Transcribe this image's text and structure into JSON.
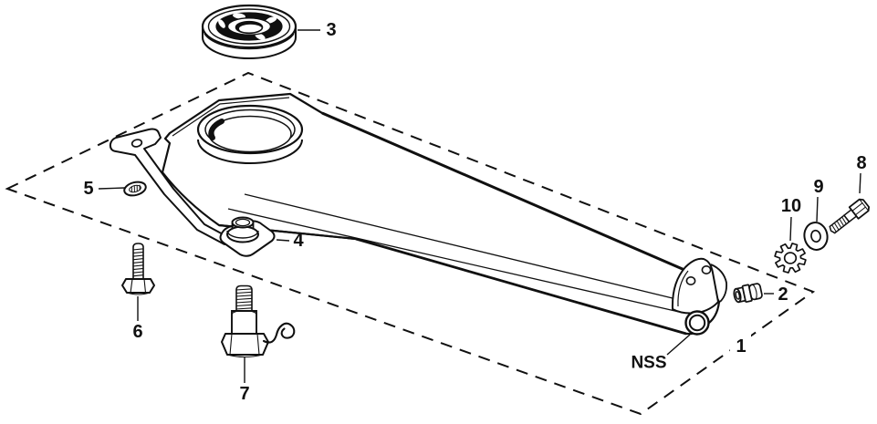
{
  "diagram": {
    "type": "exploded-parts-diagram",
    "colors": {
      "background": "#ffffff",
      "line": "#101010"
    },
    "boundary": {
      "style": "dashed-parallelogram",
      "label": "1"
    },
    "callouts": [
      {
        "label": "1",
        "target": "dashed-boundary-outline"
      },
      {
        "label": "2",
        "target": "small-bushing"
      },
      {
        "label": "3",
        "target": "ball-bearing"
      },
      {
        "label": "4",
        "target": "flanged-bushing-on-seat-plate"
      },
      {
        "label": "5",
        "target": "serrated-washer"
      },
      {
        "label": "6",
        "target": "hex-flange-bolt"
      },
      {
        "label": "7",
        "target": "shoulder-bolt-with-hairpin-clip"
      },
      {
        "label": "8",
        "target": "hex-bolt"
      },
      {
        "label": "9",
        "target": "flat-washer"
      },
      {
        "label": "10",
        "target": "external-tooth-lock-washer"
      },
      {
        "label": "NSS",
        "target": "idler-arm-pivot-tube"
      }
    ]
  }
}
